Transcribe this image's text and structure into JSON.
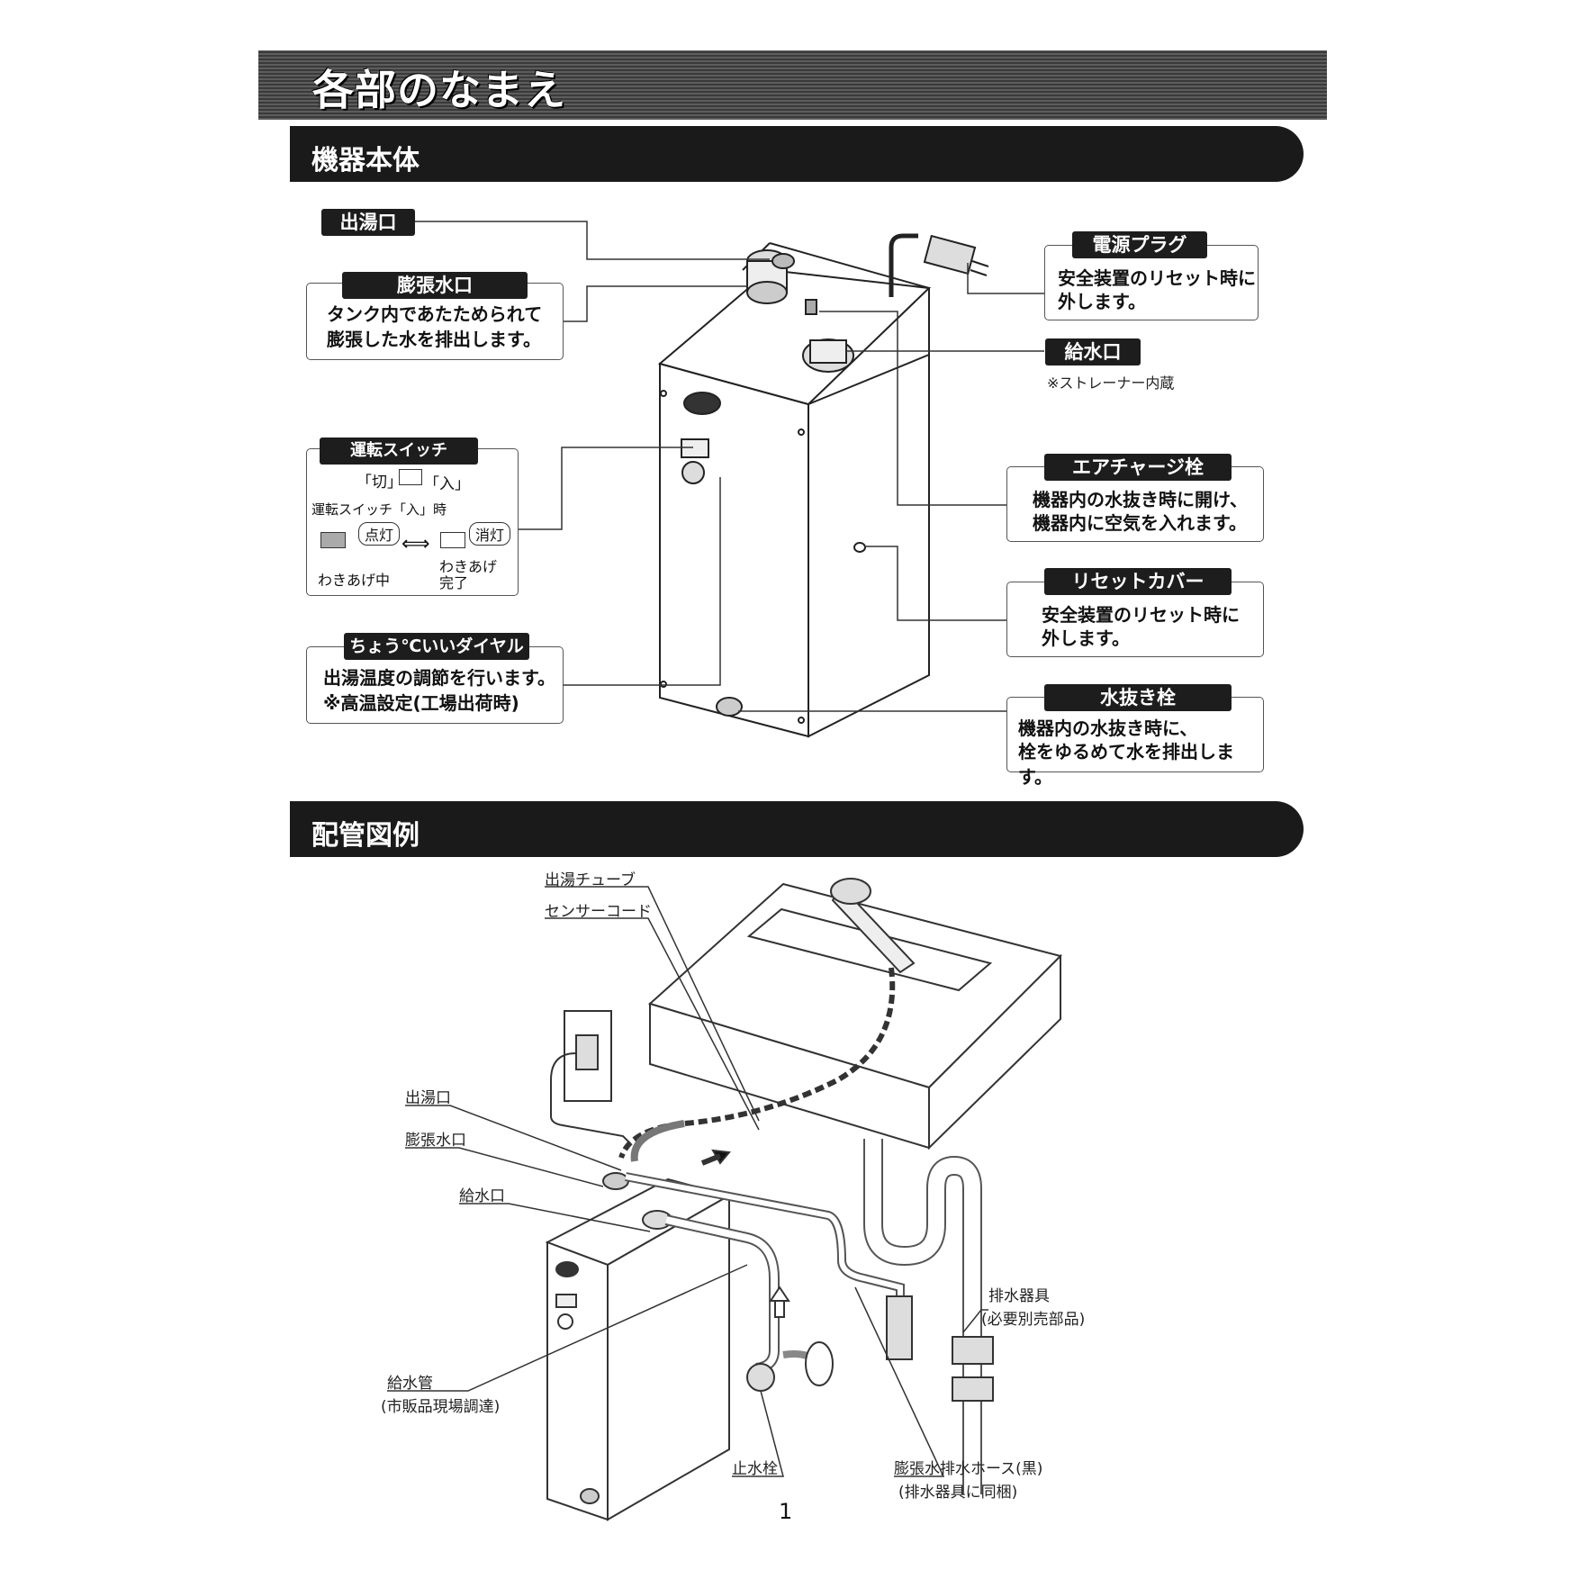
{
  "page_title": "各部のなまえ",
  "section1": {
    "title": "機器本体"
  },
  "section2": {
    "title": "配管図例"
  },
  "parts": {
    "outlet": {
      "tag": "出湯口"
    },
    "expansion": {
      "tag": "膨張水口",
      "desc1": "タンク内であたためられて",
      "desc2": "膨張した水を排出します。"
    },
    "switch": {
      "tag": "運転スイッチ",
      "off": "「切」",
      "on": "「入」",
      "when_on": "運転スイッチ「入」時",
      "lit": "点灯",
      "unlit": "消灯",
      "heating": "わきあげ中",
      "done1": "わきあげ",
      "done2": "完了"
    },
    "dial": {
      "tag": "ちょう℃いいダイヤル",
      "desc1": "出湯温度の調節を行います。",
      "desc2": "※高温設定(工場出荷時)"
    },
    "plug": {
      "tag": "電源プラグ",
      "desc1": "安全装置のリセット時に",
      "desc2": "外します。"
    },
    "inlet": {
      "tag": "給水口",
      "note": "※ストレーナー内蔵"
    },
    "air": {
      "tag": "エアチャージ栓",
      "desc1": "機器内の水抜き時に開け、",
      "desc2": "機器内に空気を入れます。"
    },
    "reset": {
      "tag": "リセットカバー",
      "desc1": "安全装置のリセット時に",
      "desc2": "外します。"
    },
    "drain": {
      "tag": "水抜き栓",
      "desc1": "機器内の水抜き時に、",
      "desc2": "栓をゆるめて水を排出します。"
    }
  },
  "piping": {
    "tube": "出湯チューブ",
    "sensor": "センサーコード",
    "outlet": "出湯口",
    "expansion": "膨張水口",
    "inlet": "給水口",
    "supply_pipe1": "給水管",
    "supply_pipe2": "(市販品現場調達)",
    "stop_valve": "止水栓",
    "drain_fix1": "排水器具",
    "drain_fix2": "(必要別売部品)",
    "hose1": "膨張水排水ホース(黒)",
    "hose2": "(排水器具に同梱)"
  },
  "page_number": "1"
}
